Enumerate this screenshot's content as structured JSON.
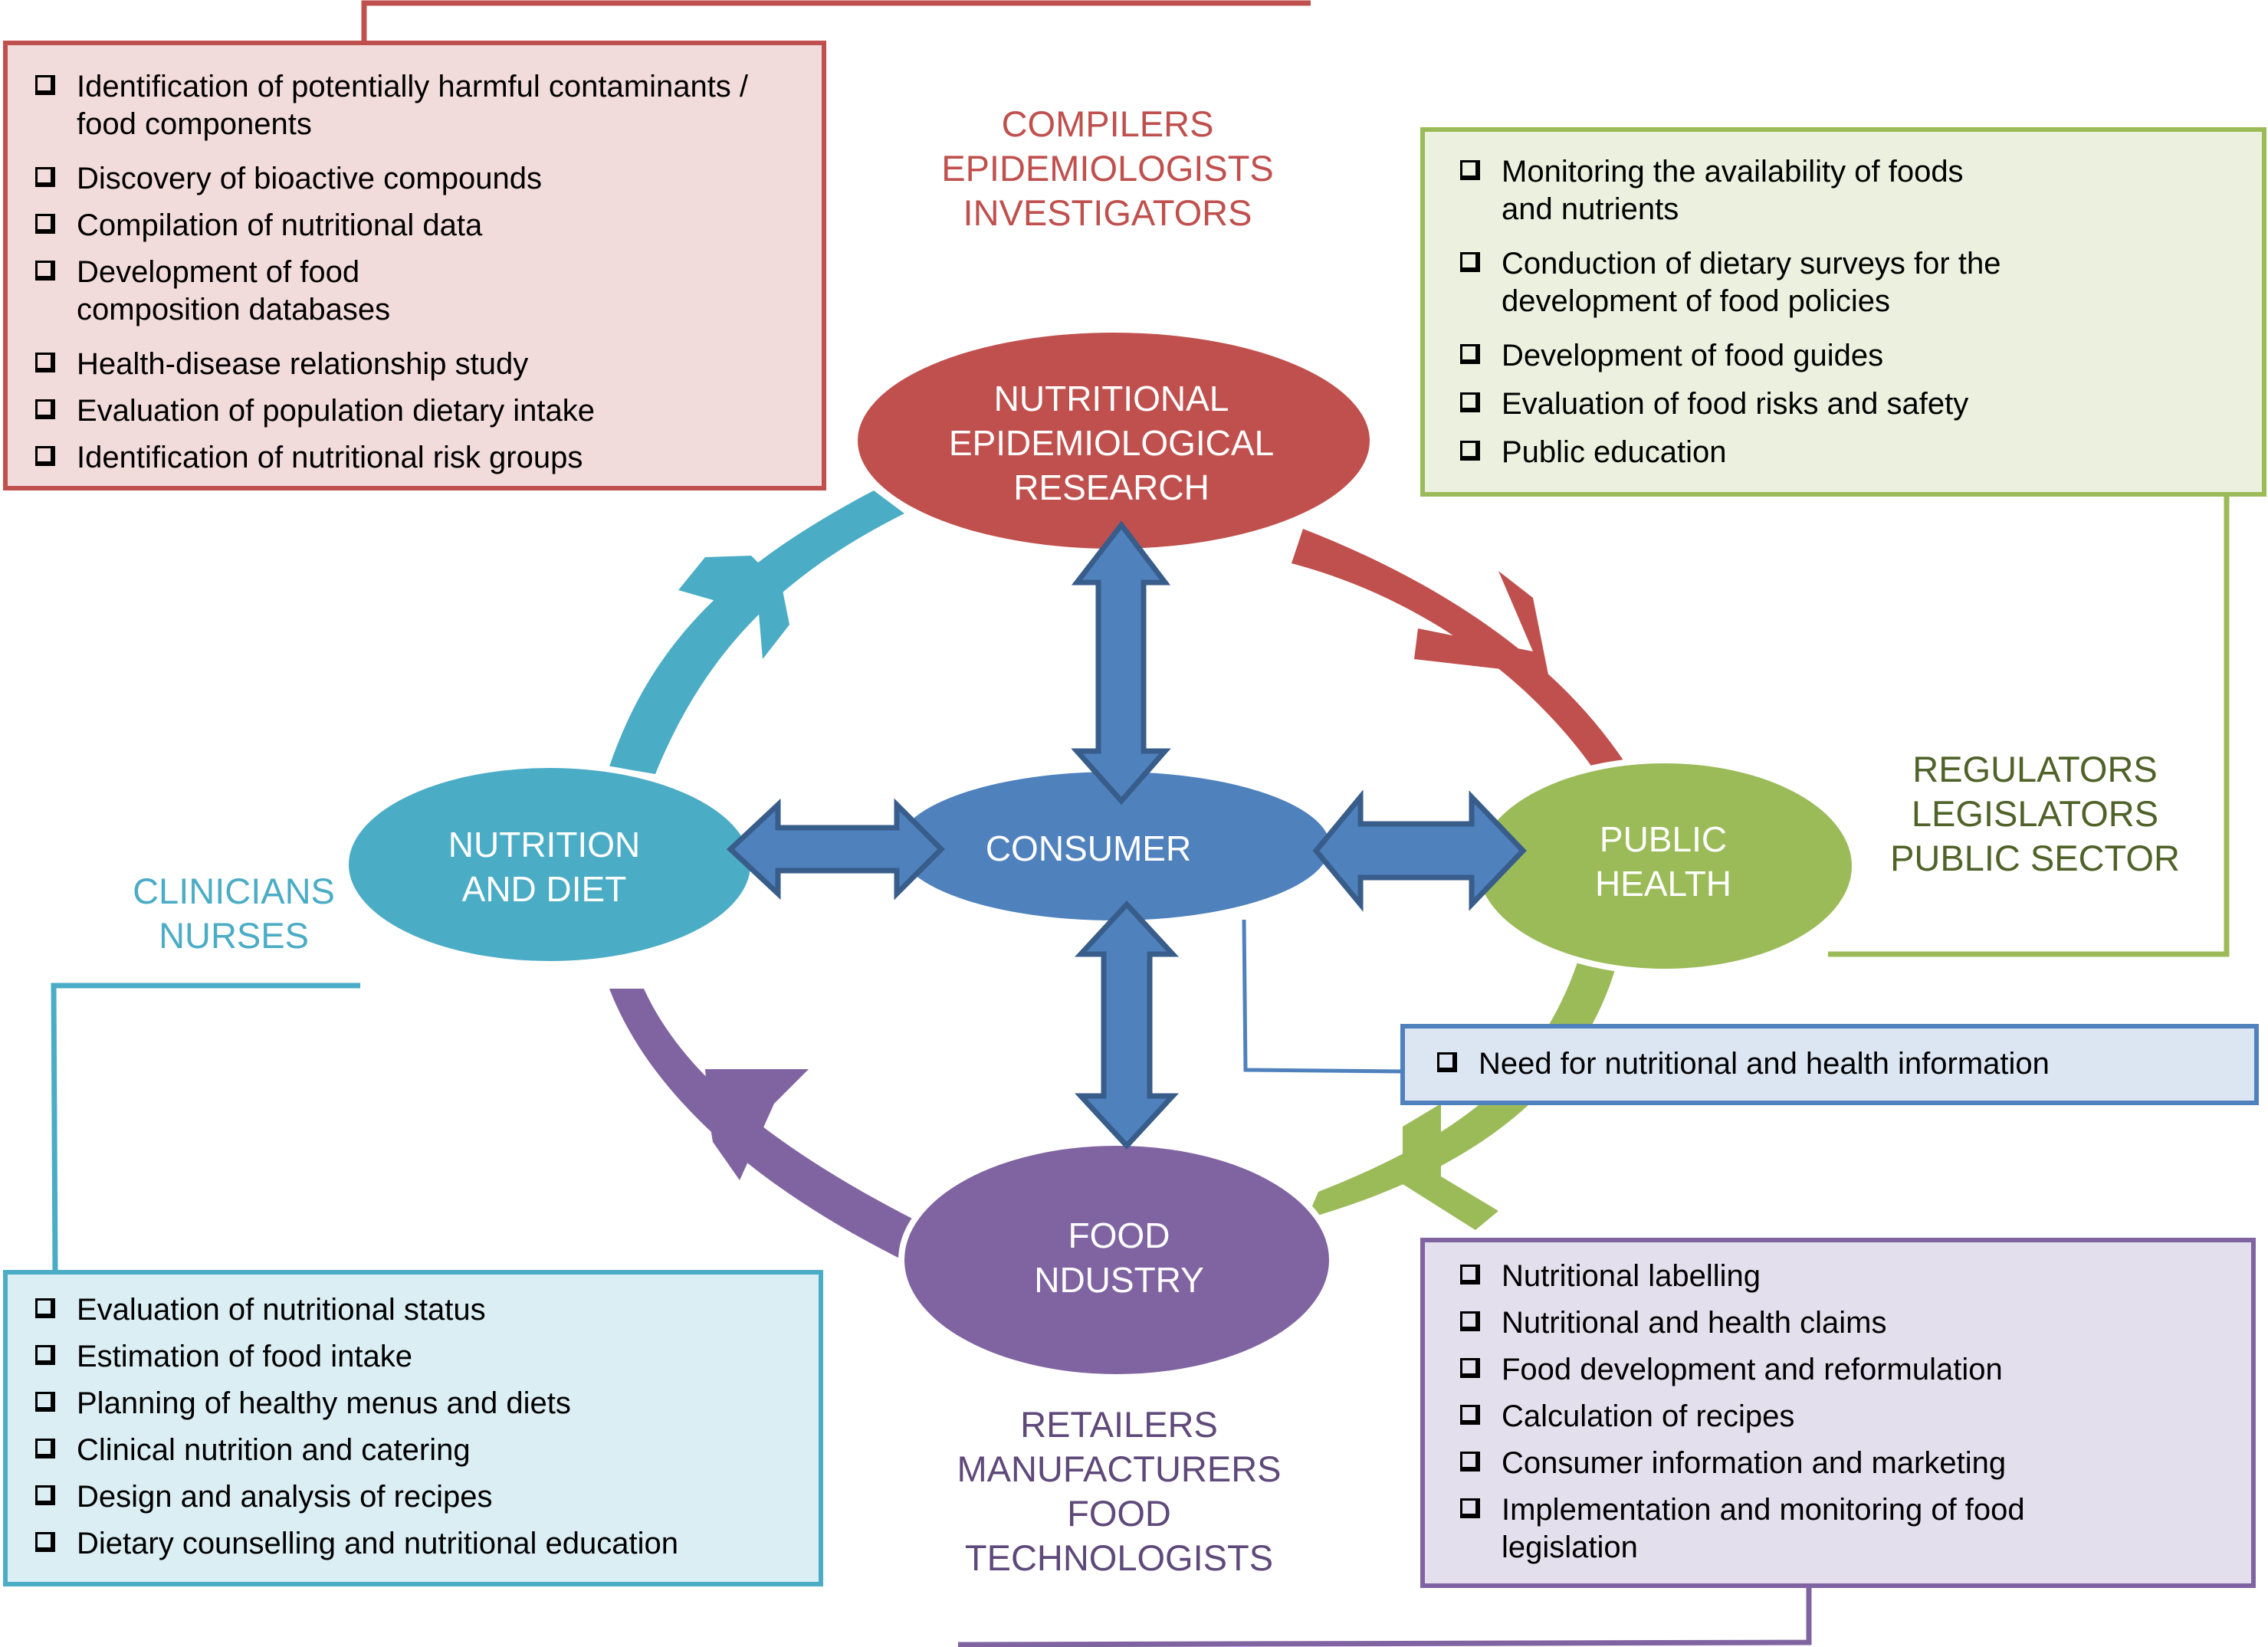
{
  "colors": {
    "research": "#c0504d",
    "research_box": "#f2dcdb",
    "public_health": "#9bbb59",
    "public_health_box": "#ebf1de",
    "public_health_text": "#4f6228",
    "consumer": "#4f81bd",
    "consumer_box": "#dce6f2",
    "nutrition": "#4bacc6",
    "nutrition_box": "#dbeef4",
    "industry": "#8064a2",
    "industry_box": "#e4dfec",
    "industry_text": "#5f497a"
  },
  "nodes": {
    "research": {
      "lines": [
        "NUTRITIONAL",
        "EPIDEMIOLOGICAL",
        "RESEARCH"
      ]
    },
    "nutrition": {
      "lines": [
        "NUTRITION",
        "AND DIET"
      ]
    },
    "consumer": {
      "lines": [
        "CONSUMER"
      ]
    },
    "public_health": {
      "lines": [
        "PUBLIC",
        "HEALTH"
      ]
    },
    "industry": {
      "lines": [
        "FOOD",
        "NDUSTRY"
      ]
    }
  },
  "stakeholders": {
    "research": [
      "COMPILERS",
      "EPIDEMIOLOGISTS",
      "INVESTIGATORS"
    ],
    "public_health": [
      "REGULATORS",
      "LEGISLATORS",
      "PUBLIC SECTOR"
    ],
    "nutrition": [
      "CLINICIANS",
      "NURSES"
    ],
    "industry": [
      "RETAILERS",
      "MANUFACTURERS",
      "FOOD",
      "TECHNOLOGISTS"
    ]
  },
  "boxes": {
    "research": [
      "Identification of potentially harmful contaminants / food components",
      "Discovery of bioactive compounds",
      "Compilation of nutritional data",
      "Development of food composition databases",
      "Health-disease relationship study",
      "Evaluation of population dietary intake",
      "Identification of nutritional risk groups"
    ],
    "public_health": [
      "Monitoring the availability of foods and nutrients",
      "Conduction of dietary surveys for the development of food policies",
      "Development of food guides",
      "Evaluation of food risks and safety",
      "Public education"
    ],
    "consumer": [
      "Need for nutritional and health information"
    ],
    "nutrition": [
      "Evaluation of nutritional status",
      "Estimation of food intake",
      "Planning of healthy menus and diets",
      "Clinical nutrition and catering",
      "Design and analysis of recipes",
      "Dietary counselling and nutritional education"
    ],
    "industry": [
      "Nutritional labelling",
      "Nutritional and health claims",
      "Food development and reformulation",
      "Calculation of recipes",
      "Consumer information and marketing",
      "Implementation and monitoring of food legislation"
    ]
  }
}
